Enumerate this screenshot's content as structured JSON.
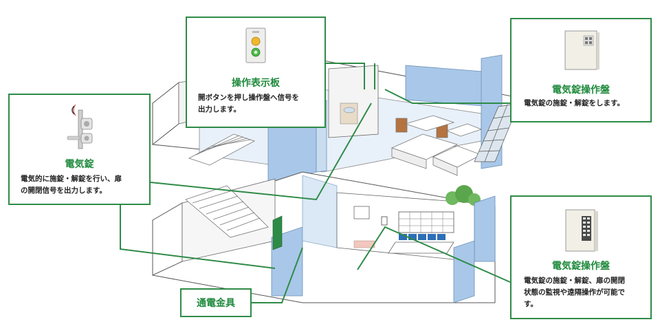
{
  "callouts": {
    "operation_display_panel": {
      "title": "操作表示板",
      "desc_line1": "開ボタンを押し操作盤へ信号を",
      "desc_line2": "出力します。"
    },
    "electric_lock": {
      "title": "電気錠",
      "desc_line1": "電気的に施錠・解錠を行い、扉",
      "desc_line2": "の開閉信号を出力します。"
    },
    "lock_control_panel_small": {
      "title": "電気錠操作盤",
      "desc_line1": "電気錠の施錠・解錠をします。"
    },
    "lock_control_panel_large": {
      "title": "電気錠操作盤",
      "desc_line1": "電気錠の施錠・解錠、扉の開閉",
      "desc_line2": "状態の監視や遠隔操作が可能で",
      "desc_line3": "す。"
    },
    "power_transfer": {
      "title": "通電金具"
    }
  },
  "colors": {
    "accent_green": "#2e8b47",
    "title_green": "#1f8a3c",
    "wall_blue": "#a9c7e8",
    "floor_blue": "#dbe8f5"
  }
}
